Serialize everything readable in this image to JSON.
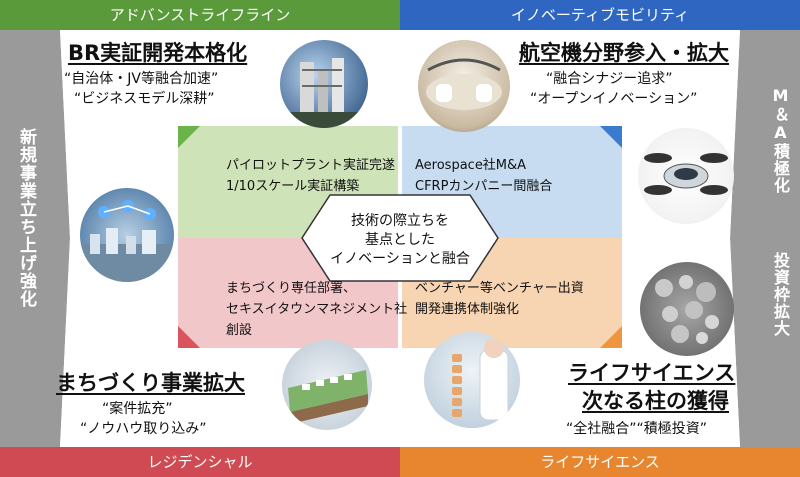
{
  "bands": {
    "top_left": "アドバンストライフライン",
    "top_right": "イノベーティブモビリティ",
    "bottom_left": "レジデンシャル",
    "bottom_right": "ライフサイエンス"
  },
  "sides": {
    "left": "新規事業立ち上げ強化",
    "right_col1": "M＆A積極化",
    "right_col2": "投資枠拡大"
  },
  "quadrants": {
    "top_left": {
      "title": "BR実証開発本格化",
      "lines": [
        "“自治体・JV等融合加速”",
        "“ビジネスモデル深耕”"
      ]
    },
    "top_right": {
      "title": "航空機分野参入・拡大",
      "lines": [
        "“融合シナジー追求”",
        "“オープンイノベーション”"
      ]
    },
    "bottom_left": {
      "title": "まちづくり事業拡大",
      "lines": [
        "“案件拡充”",
        "“ノウハウ取り込み”"
      ]
    },
    "bottom_right": {
      "title_lines": [
        "ライフサイエンス",
        "次なる柱の獲得"
      ],
      "lines": [
        "“全社融合”“積極投資”"
      ]
    }
  },
  "inner": {
    "top_left": [
      "パイロットプラント実証完遂",
      "1/10スケール実証構築"
    ],
    "top_right": [
      "Aerospace社M&A",
      "CFRPカンパニー間融合"
    ],
    "bottom_left": [
      "まちづくり専任部署、",
      "セキスイタウンマネジメント社",
      "創設"
    ],
    "bottom_right": [
      "ベンチャー等ベンチャー出資",
      "開発連携体制強化"
    ]
  },
  "center": [
    "技術の際立ちを",
    "基点とした",
    "イノベーションと融合"
  ],
  "colors": {
    "green": "#5a9a3a",
    "blue": "#2f66c2",
    "red": "#cf4a52",
    "orange": "#e8862f",
    "gray": "#9a9a9a",
    "light_green": "#cfe3b8",
    "light_blue": "#c7dcf1",
    "light_red": "#f2c7c9",
    "light_orange": "#f8d5b2"
  },
  "icons": [
    "plant-photo",
    "car-interior-photo",
    "city-network-photo",
    "drone-photo",
    "housing-model-photo",
    "cell-microscope-photo",
    "medical-spine-photo"
  ]
}
